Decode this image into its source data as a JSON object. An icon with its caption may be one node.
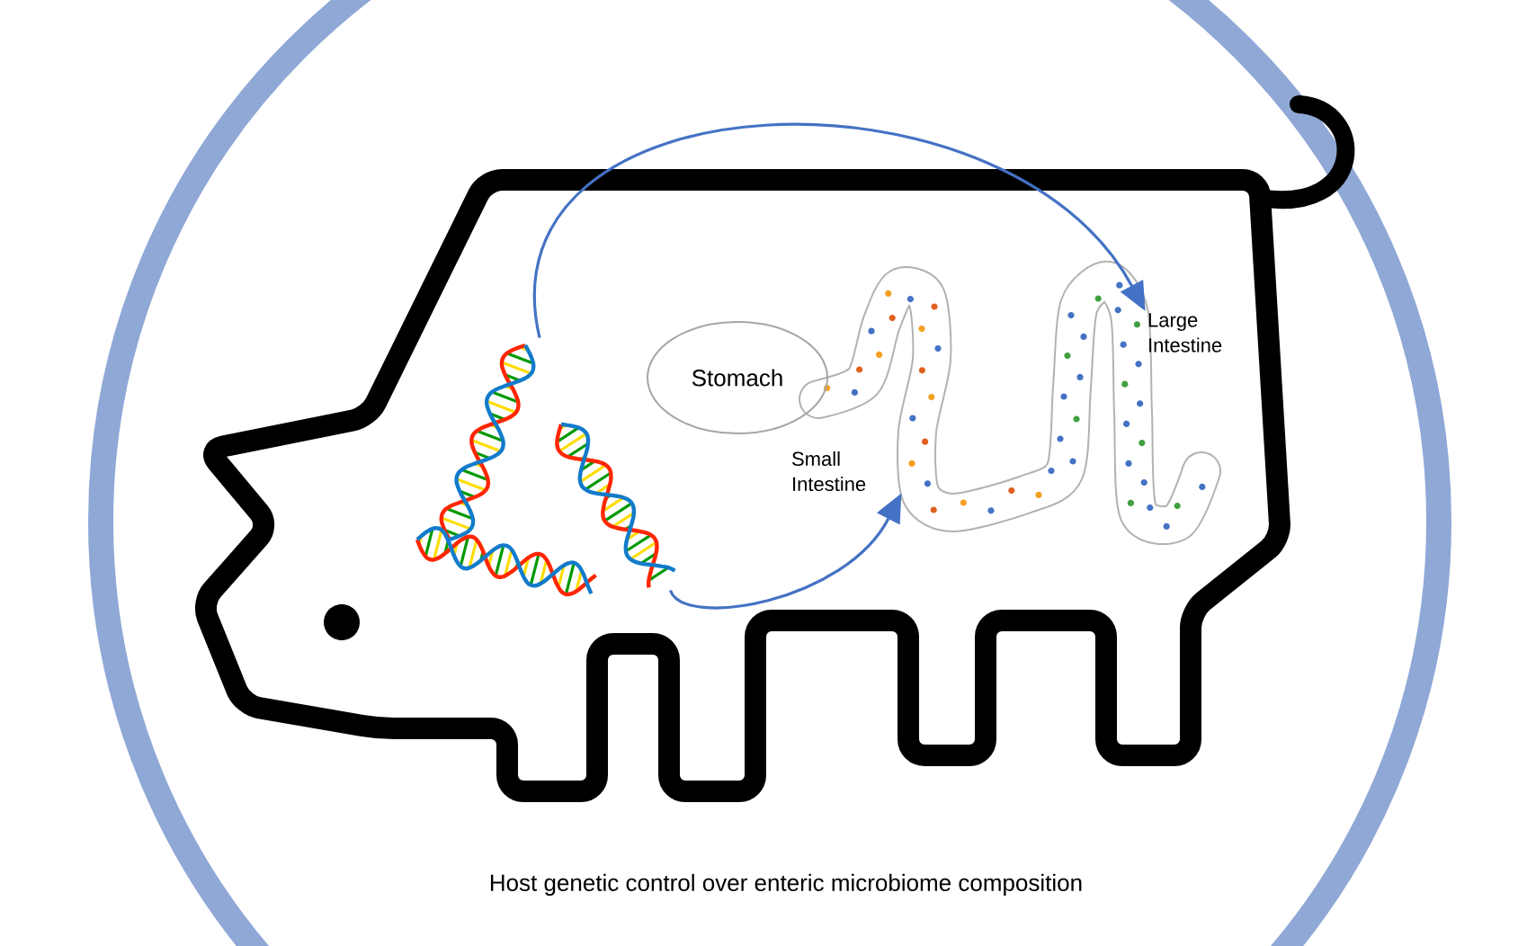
{
  "diagram": {
    "caption": "Host genetic control over enteric microbiome composition",
    "nodes": [
      {
        "text": [],
        "shape": "picture"
      },
      {
        "text": [
          "Stomach"
        ]
      },
      {
        "text": [
          "Small Intestine"
        ]
      },
      {
        "text": [
          "Large Intestine"
        ]
      }
    ],
    "edges": [
      {
        "from": 0,
        "to": 3,
        "arrow": "to"
      },
      {
        "from": 0,
        "to": 2,
        "arrow": "to"
      }
    ]
  }
}
